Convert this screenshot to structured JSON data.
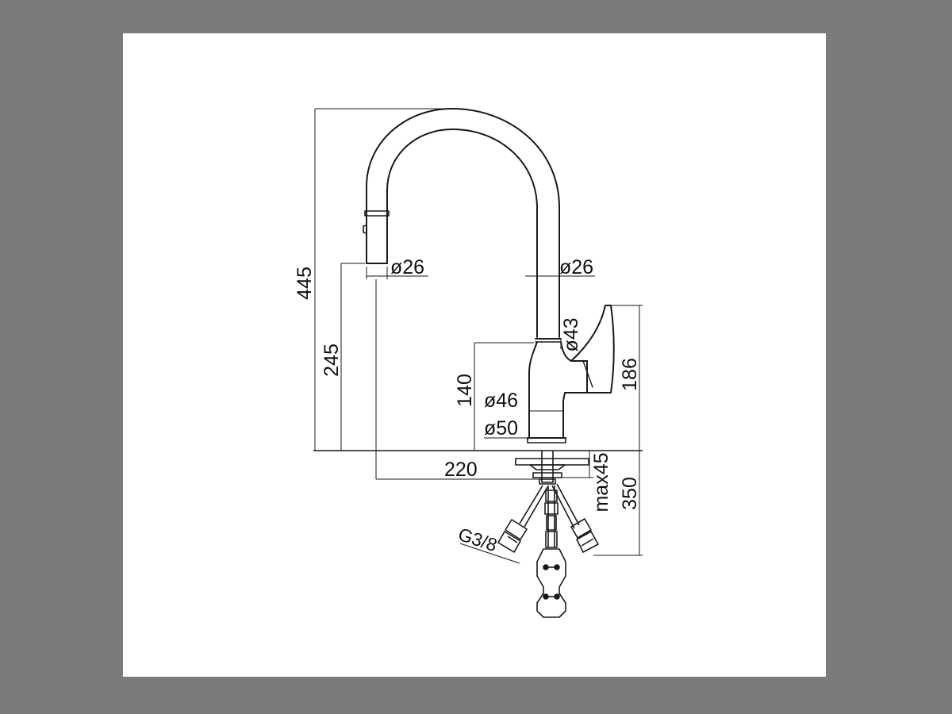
{
  "colors": {
    "frame": "#7a7c7a",
    "sheet": "#ffffff",
    "ink": "#1a1a1a"
  },
  "dimensions": {
    "total_height": "445",
    "spout_height": "245",
    "body_height": "140",
    "lever_height": "186",
    "spout_diameter": "ø26",
    "column_diameter": "ø26",
    "neck_diameter": "ø43",
    "body_diameter": "ø46",
    "base_diameter": "ø50",
    "reach": "220",
    "deck_thickness": "max45",
    "hose_length": "350",
    "connection_thread": "G3/8"
  }
}
